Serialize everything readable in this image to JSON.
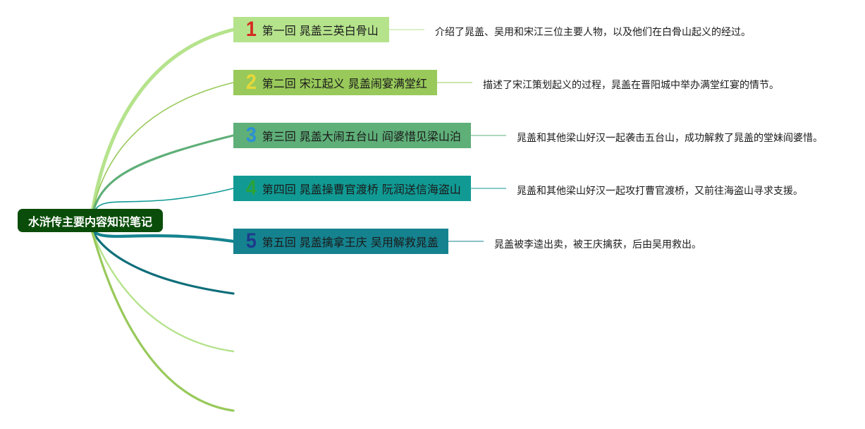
{
  "root": {
    "title": "水浒传主要内容知识笔记"
  },
  "chapters": [
    {
      "number": "1",
      "title": "第一回 晁盖三英白骨山",
      "description": "介绍了晁盖、吴用和宋江三位主要人物，以及他们在白骨山起义的经过。",
      "box_color": "#b5e38c",
      "number_color": "#d42b20",
      "line_color": "#b5e38c"
    },
    {
      "number": "2",
      "title": "第二回 宋江起义 晁盖闹宴满堂红",
      "description": "描述了宋江策划起义的过程，晁盖在晋阳城中举办满堂红宴的情节。",
      "box_color": "#98c95a",
      "number_color": "#e6d83a",
      "line_color": "#98c95a"
    },
    {
      "number": "3",
      "title": "第三回 晁盖大闹五台山 阎婆惜见梁山泊",
      "description": "晁盖和其他梁山好汉一起袭击五台山，成功解救了晁盖的堂妹阎婆惜。",
      "box_color": "#5faf78",
      "number_color": "#2a8fd6",
      "line_color": "#5faf78"
    },
    {
      "number": "4",
      "title": "第四回 晁盖操曹官渡桥 阮润送信海盗山",
      "description": "晁盖和其他梁山好汉一起攻打曹官渡桥，又前往海盗山寻求支援。",
      "box_color": "#119a94",
      "number_color": "#2aa33a",
      "line_color": "#119a94"
    },
    {
      "number": "5",
      "title": "第五回 晁盖擒拿王庆 吴用解救晁盖",
      "description": "晁盖被李逵出卖，被王庆擒获，后由吴用救出。",
      "box_color": "#15838f",
      "number_color": "#1d3a8c",
      "line_color": "#15838f"
    }
  ],
  "empty_branch_colors": [
    "#0f6e7a",
    "#b5e38c",
    "#98c95a"
  ]
}
